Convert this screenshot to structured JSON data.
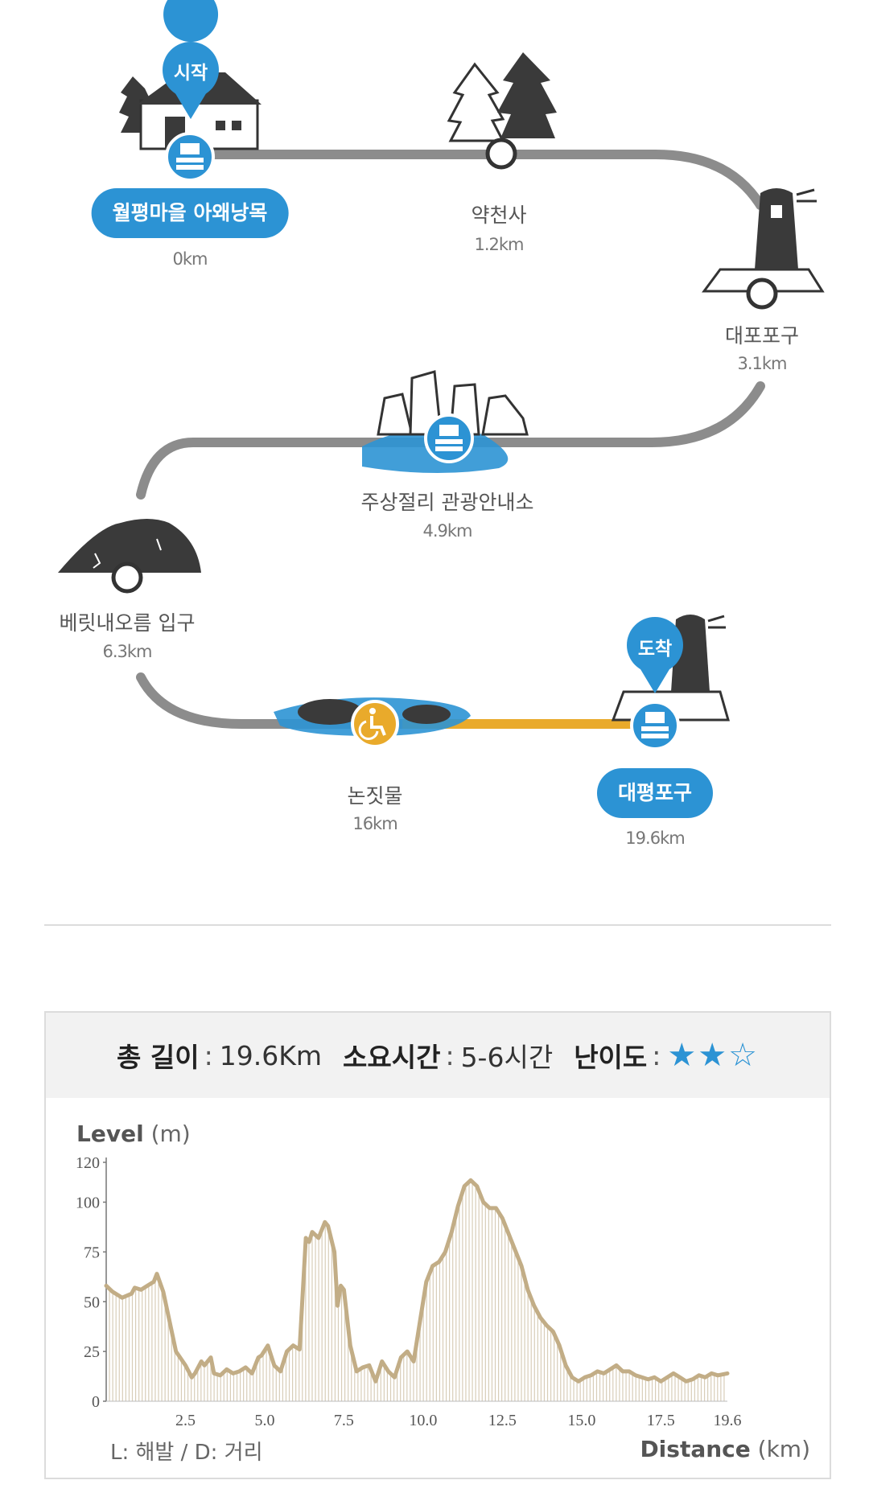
{
  "route": {
    "start_pin": "시작",
    "end_pin": "도착",
    "stops": [
      {
        "name": "월평마을 아왜낭목",
        "distance": "0km",
        "type": "start"
      },
      {
        "name": "약천사",
        "distance": "1.2km",
        "type": "stop"
      },
      {
        "name": "대포포구",
        "distance": "3.1km",
        "type": "stop"
      },
      {
        "name": "주상절리 관광안내소",
        "distance": "4.9km",
        "type": "stamp"
      },
      {
        "name": "베릿내오름 입구",
        "distance": "6.3km",
        "type": "stop"
      },
      {
        "name": "논짓물",
        "distance": "16km",
        "type": "accessible"
      },
      {
        "name": "대평포구",
        "distance": "19.6km",
        "type": "end"
      }
    ]
  },
  "info": {
    "length_label": "총 길이",
    "length_value": "19.6Km",
    "time_label": "소요시간",
    "time_value": "5-6시간",
    "difficulty_label": "난이도",
    "difficulty_stars": "★★☆",
    "difficulty_rating": 2,
    "difficulty_max": 3
  },
  "colors": {
    "accent": "#2c93d4",
    "path_gray": "#8c8c8c",
    "path_orange": "#e9aa2b",
    "profile_line": "#c2ad86"
  },
  "chart_labels": {
    "y_title": "Level",
    "y_unit": " (m)",
    "x_title": "Distance",
    "x_unit": " (km)",
    "note": "L: 해발 / D: 거리"
  },
  "chart_data": {
    "type": "area",
    "ylabel": "Level (m)",
    "xlabel": "Distance (km)",
    "xlim": [
      0,
      19.6
    ],
    "ylim": [
      0,
      120
    ],
    "xticks": [
      2.5,
      5.0,
      7.5,
      10.0,
      12.5,
      15.0,
      17.5,
      19.6
    ],
    "xtick_labels": [
      "2.5",
      "5.0",
      "7.5",
      "10.0",
      "12.5",
      "15.0",
      "17.5",
      "19.6"
    ],
    "yticks": [
      0,
      25,
      50,
      75,
      100,
      120
    ],
    "ytick_labels": [
      "0",
      "25",
      "50",
      "75",
      "100",
      "120"
    ],
    "x": [
      0,
      0.2,
      0.5,
      0.8,
      0.9,
      1.1,
      1.3,
      1.5,
      1.6,
      1.8,
      2.0,
      2.2,
      2.5,
      2.7,
      2.8,
      3.0,
      3.1,
      3.3,
      3.4,
      3.6,
      3.8,
      4.0,
      4.2,
      4.4,
      4.6,
      4.8,
      4.9,
      5.1,
      5.3,
      5.5,
      5.7,
      5.9,
      6.1,
      6.3,
      6.4,
      6.5,
      6.7,
      6.9,
      7.0,
      7.2,
      7.3,
      7.4,
      7.5,
      7.7,
      7.9,
      8.1,
      8.3,
      8.5,
      8.7,
      8.9,
      9.1,
      9.3,
      9.5,
      9.7,
      9.9,
      10.1,
      10.3,
      10.5,
      10.7,
      10.9,
      11.1,
      11.3,
      11.5,
      11.7,
      11.9,
      12.1,
      12.3,
      12.5,
      12.7,
      12.9,
      13.1,
      13.3,
      13.5,
      13.7,
      13.9,
      14.1,
      14.3,
      14.5,
      14.7,
      14.9,
      15.1,
      15.3,
      15.5,
      15.7,
      15.9,
      16.1,
      16.3,
      16.5,
      16.7,
      16.9,
      17.1,
      17.3,
      17.5,
      17.7,
      17.9,
      18.1,
      18.3,
      18.5,
      18.7,
      18.9,
      19.1,
      19.3,
      19.6
    ],
    "y": [
      58,
      55,
      52,
      54,
      57,
      56,
      58,
      60,
      64,
      55,
      40,
      25,
      18,
      12,
      14,
      20,
      18,
      22,
      14,
      13,
      16,
      14,
      15,
      17,
      14,
      22,
      23,
      28,
      18,
      15,
      25,
      28,
      26,
      82,
      80,
      85,
      82,
      90,
      88,
      75,
      48,
      58,
      56,
      28,
      15,
      17,
      18,
      10,
      20,
      15,
      12,
      22,
      25,
      20,
      40,
      60,
      68,
      70,
      75,
      85,
      98,
      108,
      111,
      108,
      100,
      97,
      97,
      92,
      84,
      76,
      68,
      56,
      48,
      42,
      38,
      35,
      28,
      18,
      12,
      10,
      12,
      13,
      15,
      14,
      16,
      18,
      15,
      15,
      13,
      12,
      11,
      12,
      10,
      12,
      14,
      12,
      10,
      11,
      13,
      12,
      14,
      13,
      14
    ]
  }
}
